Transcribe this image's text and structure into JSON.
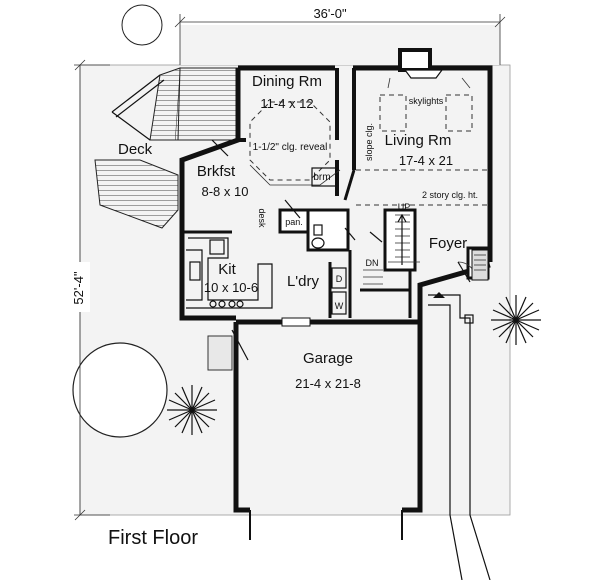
{
  "plan": {
    "title": "First Floor",
    "dim_width": "36'-0\"",
    "dim_depth": "52'-4\"",
    "rooms": {
      "dining_name": "Dining Rm",
      "dining_size": "11-4 x 12",
      "dining_note": "1-1/2\" clg. reveal",
      "living_name": "Living Rm",
      "living_size": "17-4 x 21",
      "living_skylights": "skylights",
      "living_slope": "slope clg.",
      "living_note": "2 story clg. ht.",
      "deck_name": "Deck",
      "brkfst_name": "Brkfst",
      "brkfst_size": "8-8 x 10",
      "kit_name": "Kit",
      "kit_size": "10 x 10-6",
      "laundry_name": "L'dry",
      "foyer_name": "Foyer",
      "garage_name": "Garage",
      "garage_size": "21-4 x 21-8"
    },
    "labels": {
      "brm": "brm",
      "desk": "desk",
      "pan": "pan.",
      "up": "UP",
      "dn": "DN",
      "washer": "W",
      "dryer": "D"
    }
  }
}
